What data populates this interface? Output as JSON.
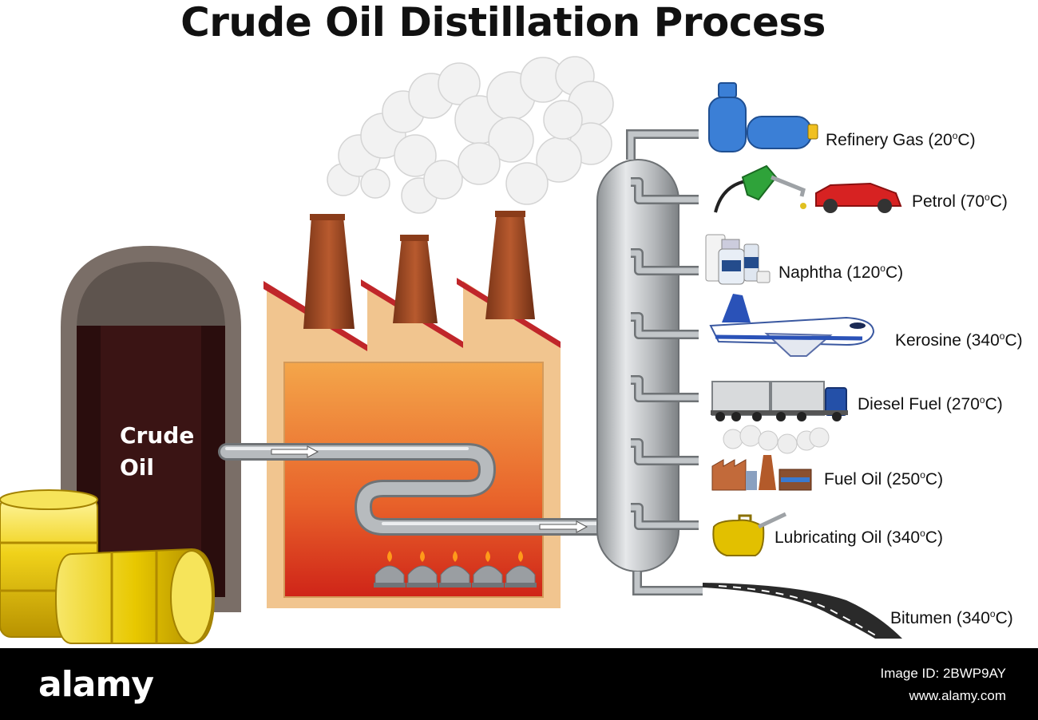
{
  "title": "Crude Oil Distillation Process",
  "tank": {
    "label_line1": "Crude",
    "label_line2": "Oil"
  },
  "products": [
    {
      "name": "Refinery Gas (20",
      "suffix": "C)",
      "icon": "gas-cylinder-icon"
    },
    {
      "name": "Petrol (70",
      "suffix": "C)",
      "icon": "fuel-nozzle-car-icon"
    },
    {
      "name": "Naphtha (120",
      "suffix": "C)",
      "icon": "chemical-bottles-icon"
    },
    {
      "name": "Kerosine (340",
      "suffix": "C)",
      "icon": "airplane-icon"
    },
    {
      "name": "Diesel Fuel (270",
      "suffix": "C)",
      "icon": "truck-icon"
    },
    {
      "name": "Fuel Oil (250",
      "suffix": "C)",
      "icon": "factory-icon"
    },
    {
      "name": "Lubricating Oil (340",
      "suffix": "C)",
      "icon": "oil-can-icon"
    },
    {
      "name": "Bitumen (340",
      "suffix": "C)",
      "icon": "road-icon"
    }
  ],
  "degree_mark": "o",
  "footer": {
    "logo": "alamy",
    "image_id": "Image ID: 2BWP9AY",
    "url": "www.alamy.com"
  },
  "colors": {
    "tank_body": "#7a6e67",
    "oil": "#3a1414",
    "factory_wall": "#f1c58f",
    "furnace": "#e6642a",
    "column": "#b9bcbf",
    "barrel": "#e8c800"
  }
}
